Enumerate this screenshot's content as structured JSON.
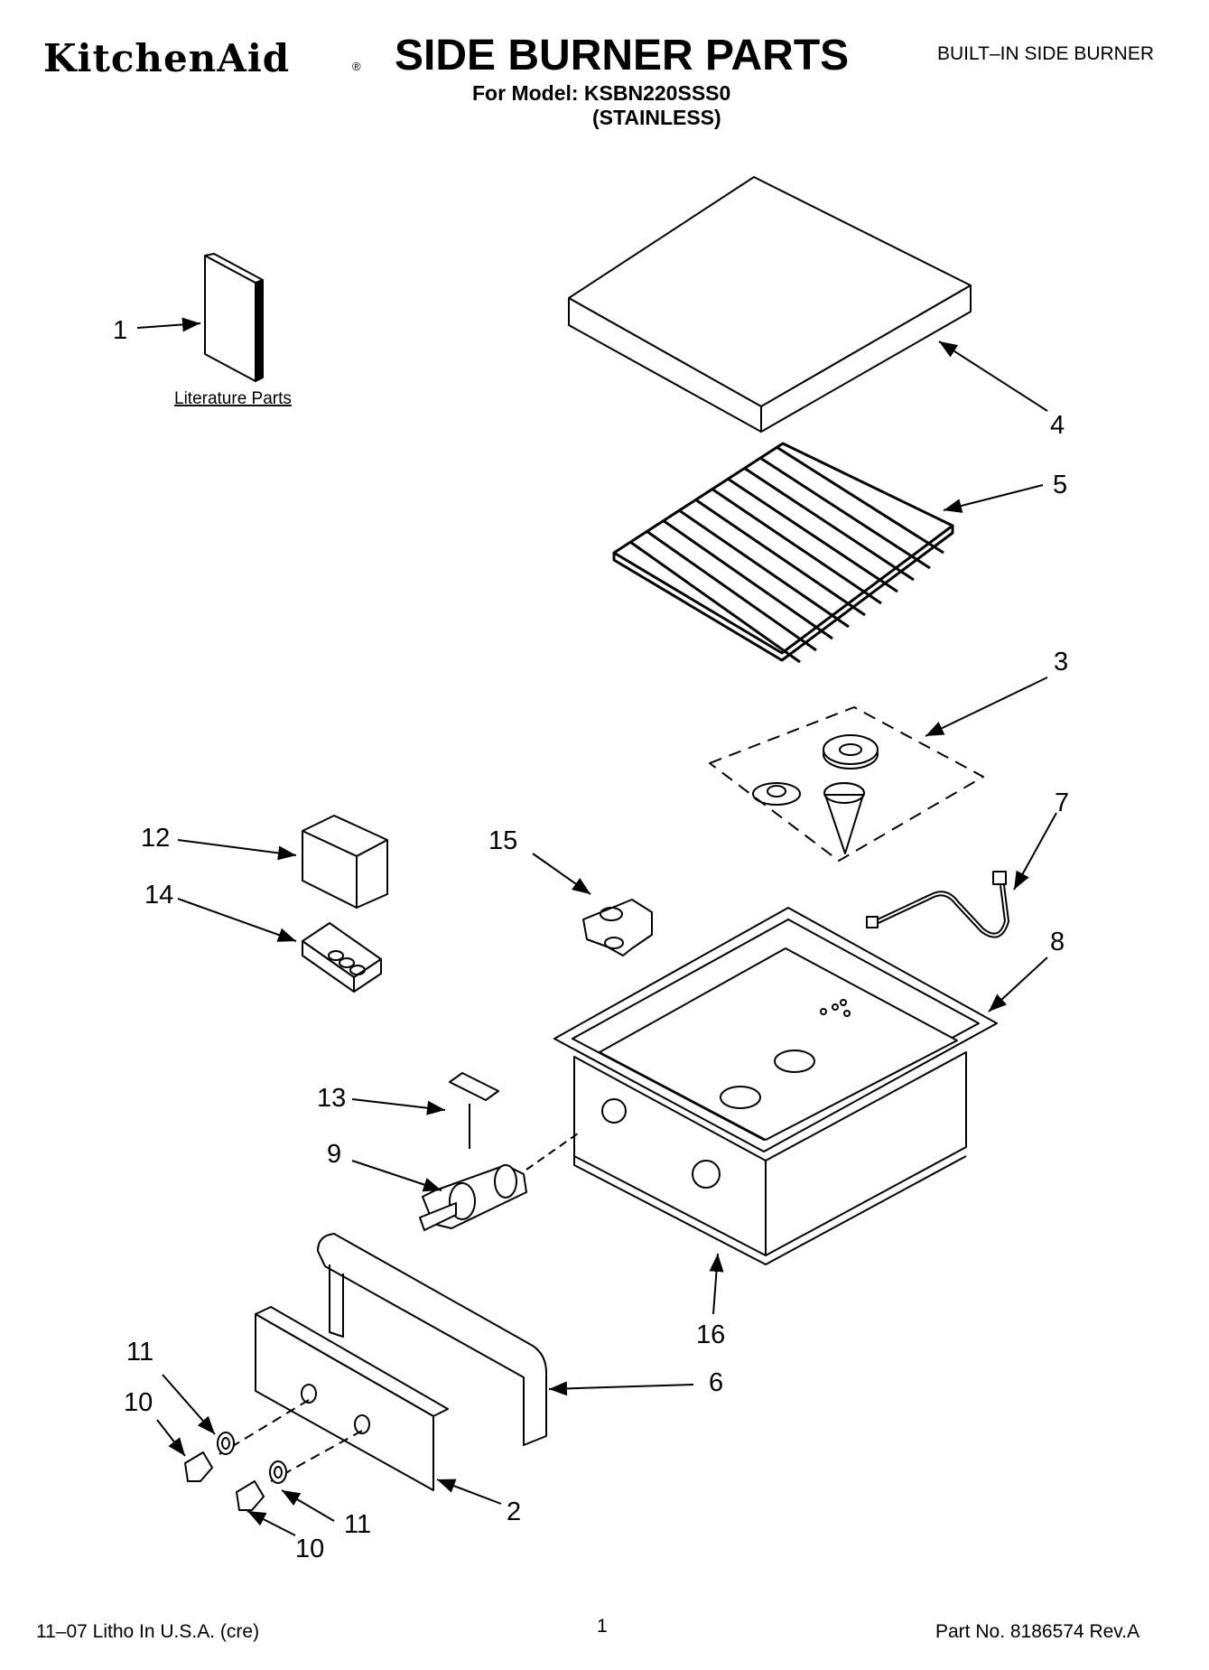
{
  "header": {
    "brand": "KitchenAid",
    "brand_mark": "®",
    "title": "SIDE BURNER PARTS",
    "model_line": "For Model: KSBN220SSS0",
    "variant": "(STAINLESS)",
    "category": "BUILT–IN SIDE BURNER"
  },
  "diagram": {
    "literature_caption": "Literature Parts",
    "callouts": {
      "c1": "1",
      "c2": "2",
      "c3": "3",
      "c4": "4",
      "c5": "5",
      "c6": "6",
      "c7": "7",
      "c8": "8",
      "c9": "9",
      "c10a": "10",
      "c10b": "10",
      "c11a": "11",
      "c11b": "11",
      "c12": "12",
      "c13": "13",
      "c14": "14",
      "c15": "15",
      "c16": "16"
    }
  },
  "footer": {
    "litho": "11–07 Litho In U.S.A. (cre)",
    "page": "1",
    "part_no": "Part No. 8186574 Rev.A"
  }
}
